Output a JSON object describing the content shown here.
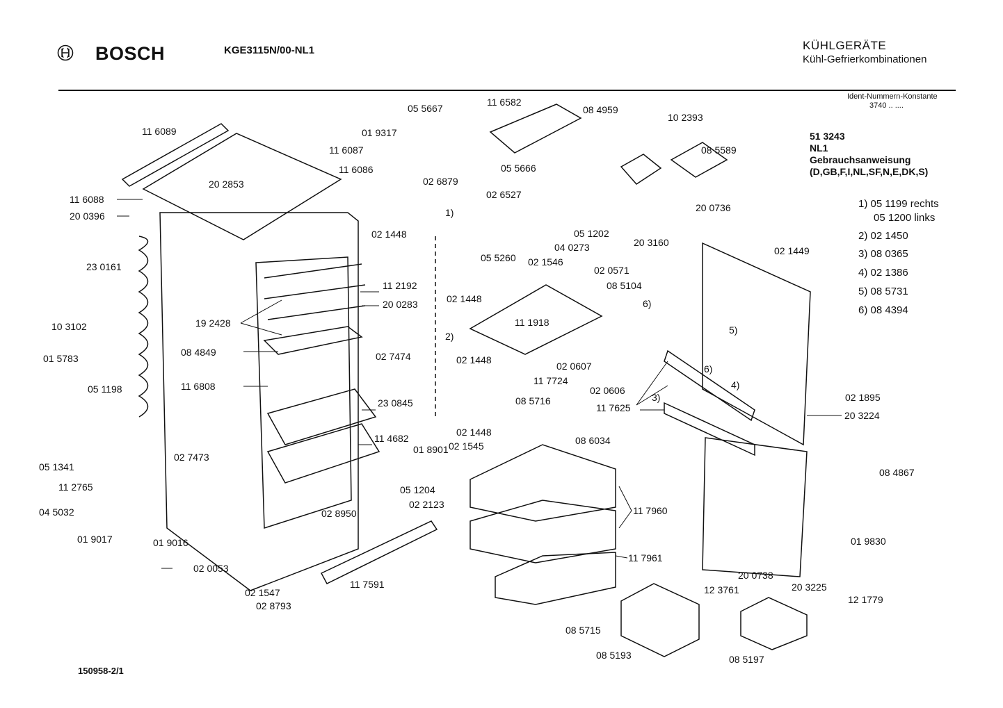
{
  "header": {
    "brand": "BOSCH",
    "model": "KGE3115N/00-NL1",
    "category_line1": "KÜHLGERÄTE",
    "category_line2": "Kühl-Gefrierkombinationen",
    "ident_label": "Ident-Nummern-Konstante",
    "ident_value": "3740 .. ...."
  },
  "document": {
    "number": "51 3243",
    "country": "NL1",
    "title": "Gebrauchsanweisung",
    "languages": "(D,GB,F,I,NL,SF,N,E,DK,S)"
  },
  "notes": [
    "1) 05 1199 rechts",
    "05 1200 links",
    "2) 02 1450",
    "3) 08 0365",
    "4) 02 1386",
    "5) 08 5731",
    "6) 08 4394"
  ],
  "parts": [
    "11 6089",
    "20 2853",
    "11 6087",
    "11 6086",
    "11 6088",
    "20 0396",
    "23 0161",
    "10 3102",
    "01 5783",
    "05 1198",
    "05 1341",
    "11 2765",
    "04 5032",
    "01 9017",
    "01 9016",
    "02 0053",
    "02 1547",
    "02 8793",
    "11 7591",
    "02 8950",
    "05 1204",
    "02 2123",
    "01 8901",
    "11 4682",
    "23 0845",
    "02 7473",
    "11 6808",
    "08 4849",
    "19 2428",
    "20 0283",
    "11 2192",
    "02 7474",
    "05 5667",
    "01 9317",
    "02 6879",
    "1)",
    "02 1448",
    "02 1448",
    "2)",
    "02 1448",
    "02 1448",
    "02 1545",
    "11 6582",
    "08 4959",
    "05 5666",
    "02 6527",
    "05 1202",
    "04 0273",
    "05 5260",
    "02 1546",
    "11 1918",
    "02 0607",
    "11 7724",
    "08 5716",
    "02 0606",
    "11 7625",
    "3)",
    "08 6034",
    "11 7960",
    "11 7961",
    "08 5715",
    "08 5193",
    "10 2393",
    "08 5589",
    "20 0736",
    "20 3160",
    "02 0571",
    "08 5104",
    "6)",
    "5)",
    "6)",
    "4)",
    "02 1449",
    "02 1895",
    "20 3224",
    "08 4867",
    "01 9830",
    "20 0738",
    "20 3225",
    "12 3761",
    "08 5197",
    "12 1779"
  ],
  "footer": {
    "drawing_number": "150958-2/1"
  },
  "colors": {
    "ink": "#111111",
    "paper": "#ffffff"
  }
}
